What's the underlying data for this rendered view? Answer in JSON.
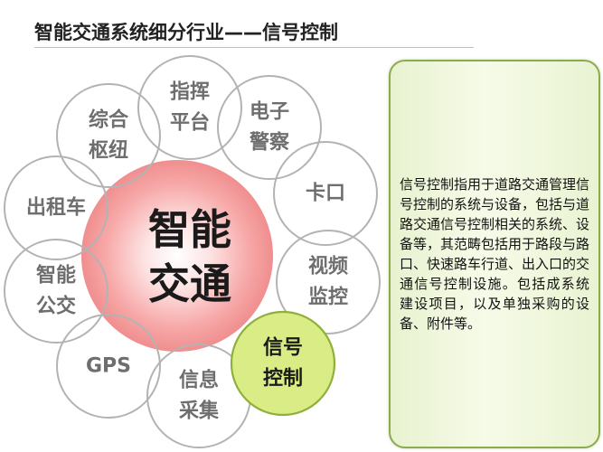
{
  "title": "智能交通系统细分行业——信号控制",
  "center": {
    "line1": "智能",
    "line2": "交通"
  },
  "petals": [
    {
      "key": "command",
      "line1": "指挥",
      "line2": "平台",
      "highlight": false
    },
    {
      "key": "police",
      "line1": "电子",
      "line2": "警察",
      "highlight": false
    },
    {
      "key": "checkpoint",
      "line1": "卡口",
      "line2": "",
      "highlight": false
    },
    {
      "key": "video",
      "line1": "视频",
      "line2": "监控",
      "highlight": false
    },
    {
      "key": "signal",
      "line1": "信号",
      "line2": "控制",
      "highlight": true
    },
    {
      "key": "info",
      "line1": "信息",
      "line2": "采集",
      "highlight": false
    },
    {
      "key": "gps",
      "line1": "GPS",
      "line2": "",
      "highlight": false
    },
    {
      "key": "bus",
      "line1": "智能",
      "line2": "公交",
      "highlight": false
    },
    {
      "key": "taxi",
      "line1": "出租车",
      "line2": "",
      "highlight": false
    },
    {
      "key": "hub",
      "line1": "综合",
      "line2": "枢纽",
      "highlight": false
    }
  ],
  "description": "信号控制指用于道路交通管理信号控制的系统与设备，包括与道路交通信号控制相关的系统、设备等，其范畴包括用于路段与路口、快速路车行道、出入口的交通信号控制设施。包括成系统 建设项目，以及单独采购的设备、附件等。",
  "colors": {
    "petal_stroke": "#b3b3b3",
    "petal_text": "#6e6e6e",
    "center_text": "#1a1a1a",
    "highlight_fill": "#d9ec86",
    "highlight_stroke": "#8fb03a",
    "highlight_text": "#1a1a1a",
    "box_border": "#8cab4d"
  }
}
